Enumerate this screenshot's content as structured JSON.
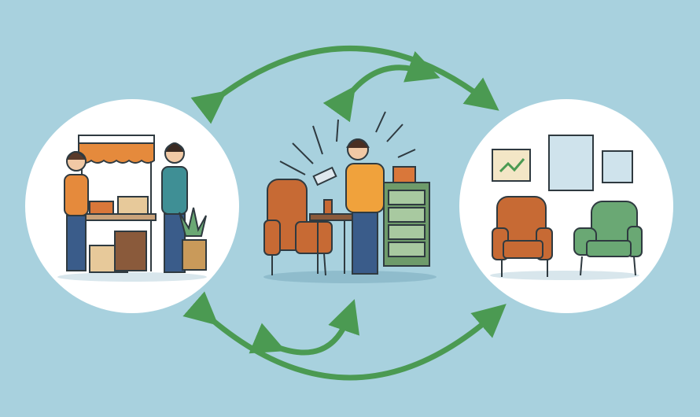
{
  "colors": {
    "background": "#a8d1de",
    "circle": "#ffffff",
    "arrow": "#4b9a52",
    "outline": "#2f3a40",
    "orange": "#d9773a",
    "teal": "#3f8f95",
    "green_chair": "#6aa874",
    "cabinet": "#6e9b6a",
    "denim": "#3a5c8a",
    "wood": "#8a5a3b"
  },
  "panels": [
    "marketplace-scene",
    "restoration-scene",
    "styled-room-scene"
  ]
}
